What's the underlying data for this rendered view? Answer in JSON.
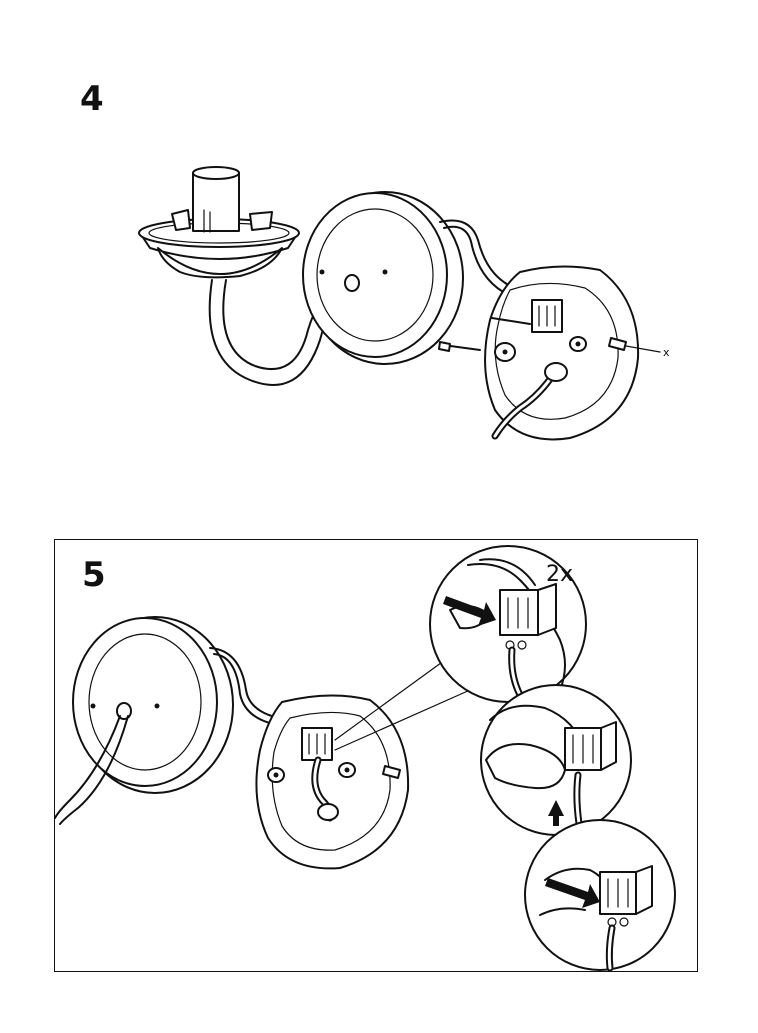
{
  "steps": {
    "step4": {
      "number": "4",
      "screw_mark": "x"
    },
    "step5": {
      "number": "5",
      "quantity_label": "2x"
    }
  },
  "colors": {
    "line": "#111111",
    "background": "#ffffff"
  },
  "icons": {
    "push_arrow": "black-arrow",
    "up_arrow": "black-arrow-up"
  }
}
